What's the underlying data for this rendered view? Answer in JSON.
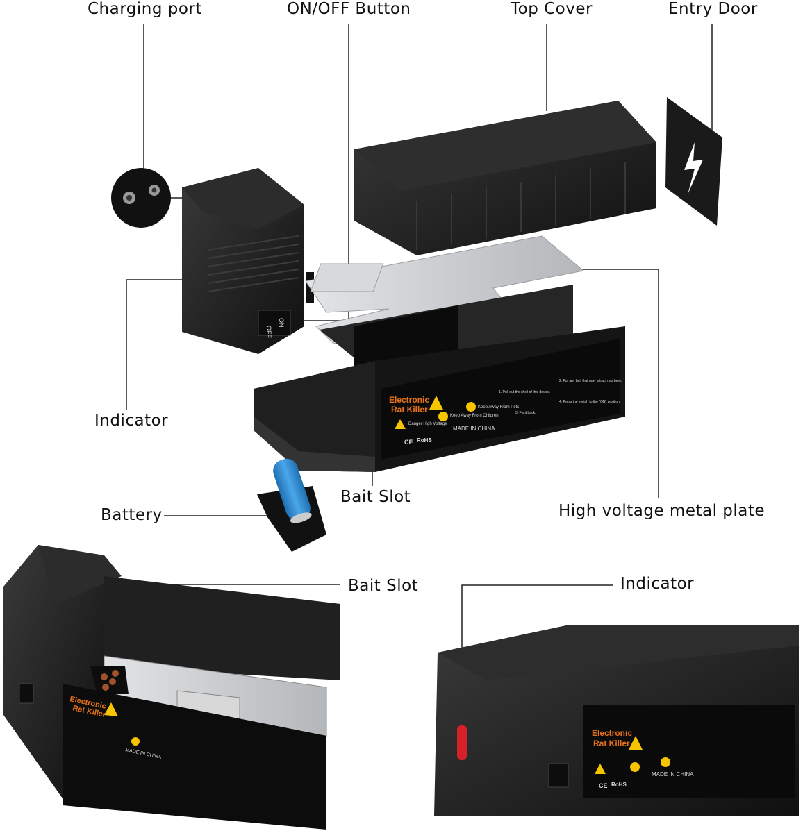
{
  "labels": {
    "charging_port": "Charging port",
    "on_off_button": "ON/OFF Button",
    "top_cover": "Top Cover",
    "entry_door": "Entry Door",
    "indicator_top": "Indicator",
    "bait_slot_top": "Bait Slot",
    "battery": "Battery",
    "high_voltage_plate": "High voltage metal plate",
    "bait_slot_bottom": "Bait Slot",
    "indicator_bottom": "Indicator"
  },
  "sticker": {
    "title_line1": "Electronic",
    "title_line2": "Rat Killer",
    "danger": "Danger High Voltage",
    "keep_children": "Keep Away From Children",
    "keep_pets": "Keep Away From Pets",
    "made_in": "MADE IN CHINA",
    "ce": "CE",
    "rohs": "RoHS",
    "step1": "1. Pull out the shell of this device.",
    "step2": "2. Put any bait that may attract rats here.",
    "step3": "3. Fix it back.",
    "step4": "4. Press the switch to the \"ON\" position."
  },
  "switch": {
    "on": "ON",
    "off": "OFF"
  },
  "colors": {
    "body": "#1c1c1c",
    "metal": "#c9cbcd",
    "battery": "#2f8fd8",
    "indicator": "#d8202a",
    "sticker_text": "#e8721c"
  }
}
